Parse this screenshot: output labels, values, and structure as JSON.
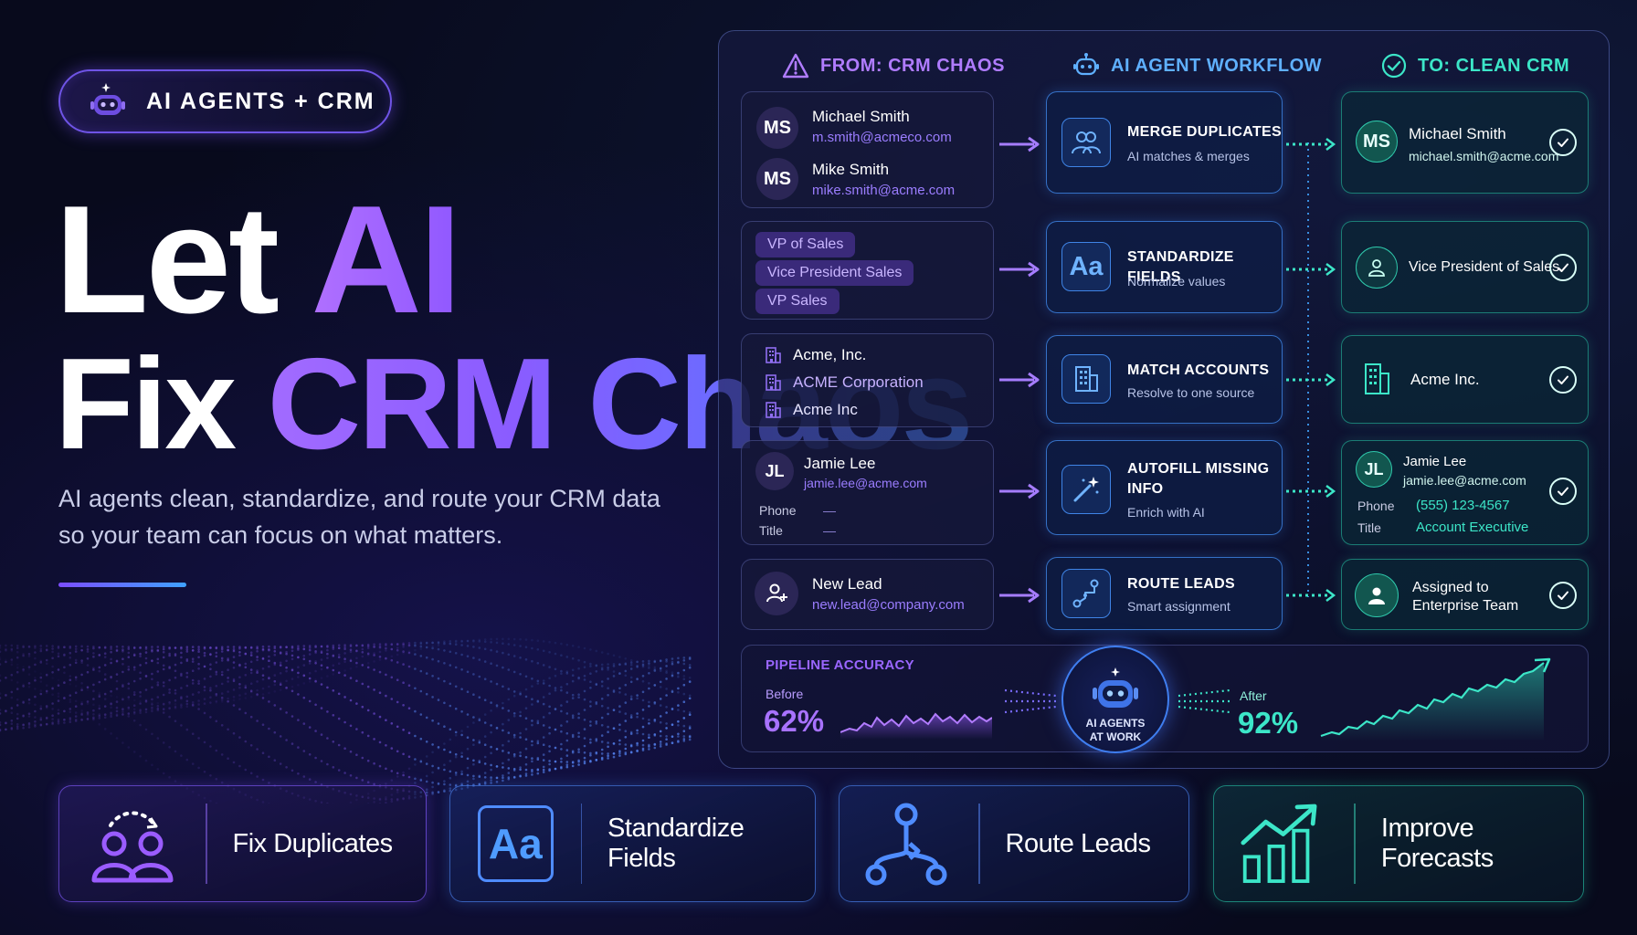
{
  "badge": {
    "label": "AI AGENTS + CRM",
    "icon": "robot-icon"
  },
  "hero": {
    "line1_white": "Let",
    "line1_accent": "AI",
    "line2_white": "Fix",
    "line2_accent": "CRM Chaos",
    "subtitle_line1": "AI agents clean, standardize, and route your CRM data",
    "subtitle_line2": "so your team can focus on what matters."
  },
  "columns": {
    "from": {
      "label": "FROM: CRM CHAOS",
      "icon": "warning-icon",
      "color": "#b07cff"
    },
    "workflow": {
      "label": "AI AGENT WORKFLOW",
      "icon": "robot-icon",
      "color": "#5fb0ff"
    },
    "to": {
      "label": "TO: CLEAN CRM",
      "icon": "check-circle-icon",
      "color": "#3ce6c8"
    }
  },
  "chaos": {
    "duplicates": [
      {
        "initials": "MS",
        "name": "Michael Smith",
        "email": "m.smith@acmeco.com"
      },
      {
        "initials": "MS",
        "name": "Mike Smith",
        "email": "mike.smith@acme.com"
      }
    ],
    "titles": [
      "VP of Sales",
      "Vice President Sales",
      "VP Sales"
    ],
    "companies": [
      "Acme, Inc.",
      "ACME Corporation",
      "Acme Inc"
    ],
    "missing": {
      "initials": "JL",
      "name": "Jamie Lee",
      "email": "jamie.lee@acme.com",
      "phone_label": "Phone",
      "phone_value": "—",
      "title_label": "Title",
      "title_value": "—"
    },
    "lead": {
      "name": "New Lead",
      "email": "new.lead@company.com"
    }
  },
  "workflow": [
    {
      "title": "MERGE DUPLICATES",
      "sub": "AI matches & merges",
      "icon": "users-icon"
    },
    {
      "title": "STANDARDIZE FIELDS",
      "sub": "Normalize values",
      "icon": "font-aa-icon"
    },
    {
      "title": "MATCH ACCOUNTS",
      "sub": "Resolve to one source",
      "icon": "building-icon"
    },
    {
      "title": "AUTOFILL MISSING",
      "title2": "INFO",
      "sub": "Enrich with AI",
      "icon": "magic-wand-icon"
    },
    {
      "title": "ROUTE LEADS",
      "sub": "Smart assignment",
      "icon": "route-icon"
    }
  ],
  "clean": {
    "contact": {
      "initials": "MS",
      "name": "Michael Smith",
      "email": "michael.smith@acme.com"
    },
    "title": "Vice President of Sales",
    "company": "Acme Inc.",
    "enriched": {
      "initials": "JL",
      "name": "Jamie Lee",
      "email": "jamie.lee@acme.com",
      "phone_label": "Phone",
      "phone_value": "(555) 123-4567",
      "title_label": "Title",
      "title_value": "Account Executive"
    },
    "assigned_line1": "Assigned to",
    "assigned_line2": "Enterprise Team"
  },
  "pipeline": {
    "title": "PIPELINE ACCURACY",
    "before_label": "Before",
    "before_value": "62%",
    "after_label": "After",
    "after_value": "92%",
    "center_line1": "AI AGENTS",
    "center_line2": "AT WORK"
  },
  "tiles": [
    {
      "label": "Fix Duplicates",
      "icon": "users-icon"
    },
    {
      "label": "Standardize Fields",
      "icon": "font-aa-icon"
    },
    {
      "label": "Route Leads",
      "icon": "route-icon"
    },
    {
      "label": "Improve Forecasts",
      "icon": "growth-chart-icon"
    }
  ],
  "colors": {
    "purple": "#9d5cff",
    "blue": "#4f8cff",
    "teal": "#3ce6c8",
    "background": "#080a1c"
  }
}
